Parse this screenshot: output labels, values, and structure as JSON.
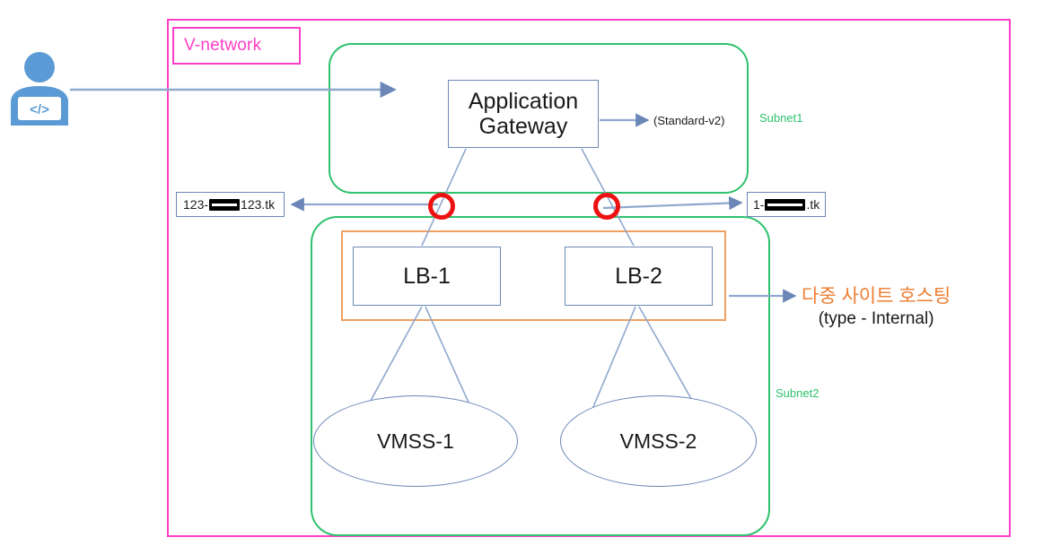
{
  "diagram": {
    "title": "Azure multi-site hosting network diagram",
    "vnetwork": {
      "label": "V-network",
      "color": "#ff3ec8"
    },
    "subnets": [
      {
        "name": "subnet1",
        "label": "Subnet1",
        "color": "#2ec26e"
      },
      {
        "name": "subnet2",
        "label": "Subnet2",
        "color": "#2ec26e"
      }
    ],
    "nodes": {
      "app_gateway": {
        "label_line1": "Application",
        "label_line2": "Gateway"
      },
      "lb1": {
        "label": "LB-1"
      },
      "lb2": {
        "label": "LB-2"
      },
      "vmss1": {
        "label": "VMSS-1"
      },
      "vmss2": {
        "label": "VMSS-2"
      }
    },
    "annotations": {
      "sku": "(Standard-v2)",
      "multisite_ko": "다중 사이트 호스팅",
      "multisite_type": "(type - Internal)",
      "multisite_color": "#ed7d31"
    },
    "domains": {
      "left": {
        "prefix": "123-",
        "suffix": "123.tk",
        "redacted": true
      },
      "right": {
        "prefix": "1-",
        "suffix": ".tk",
        "redacted": true
      }
    },
    "blocked_markers": [
      {
        "name": "blocked-path-left",
        "symbol": "prohibition"
      },
      {
        "name": "blocked-path-right",
        "symbol": "prohibition"
      }
    ],
    "actor": {
      "name": "developer-user",
      "icon": "developer-code-icon",
      "glyph": "</>",
      "color": "#5b9bd5"
    },
    "colors": {
      "vnet_border": "#ff3ec8",
      "subnet_border": "#2ec26e",
      "lb_group_border": "#f0a060",
      "node_border": "#6b87b8",
      "connector": "#8fa8cd",
      "blocked": "#ee1111",
      "accent_orange": "#ed7d31"
    }
  }
}
